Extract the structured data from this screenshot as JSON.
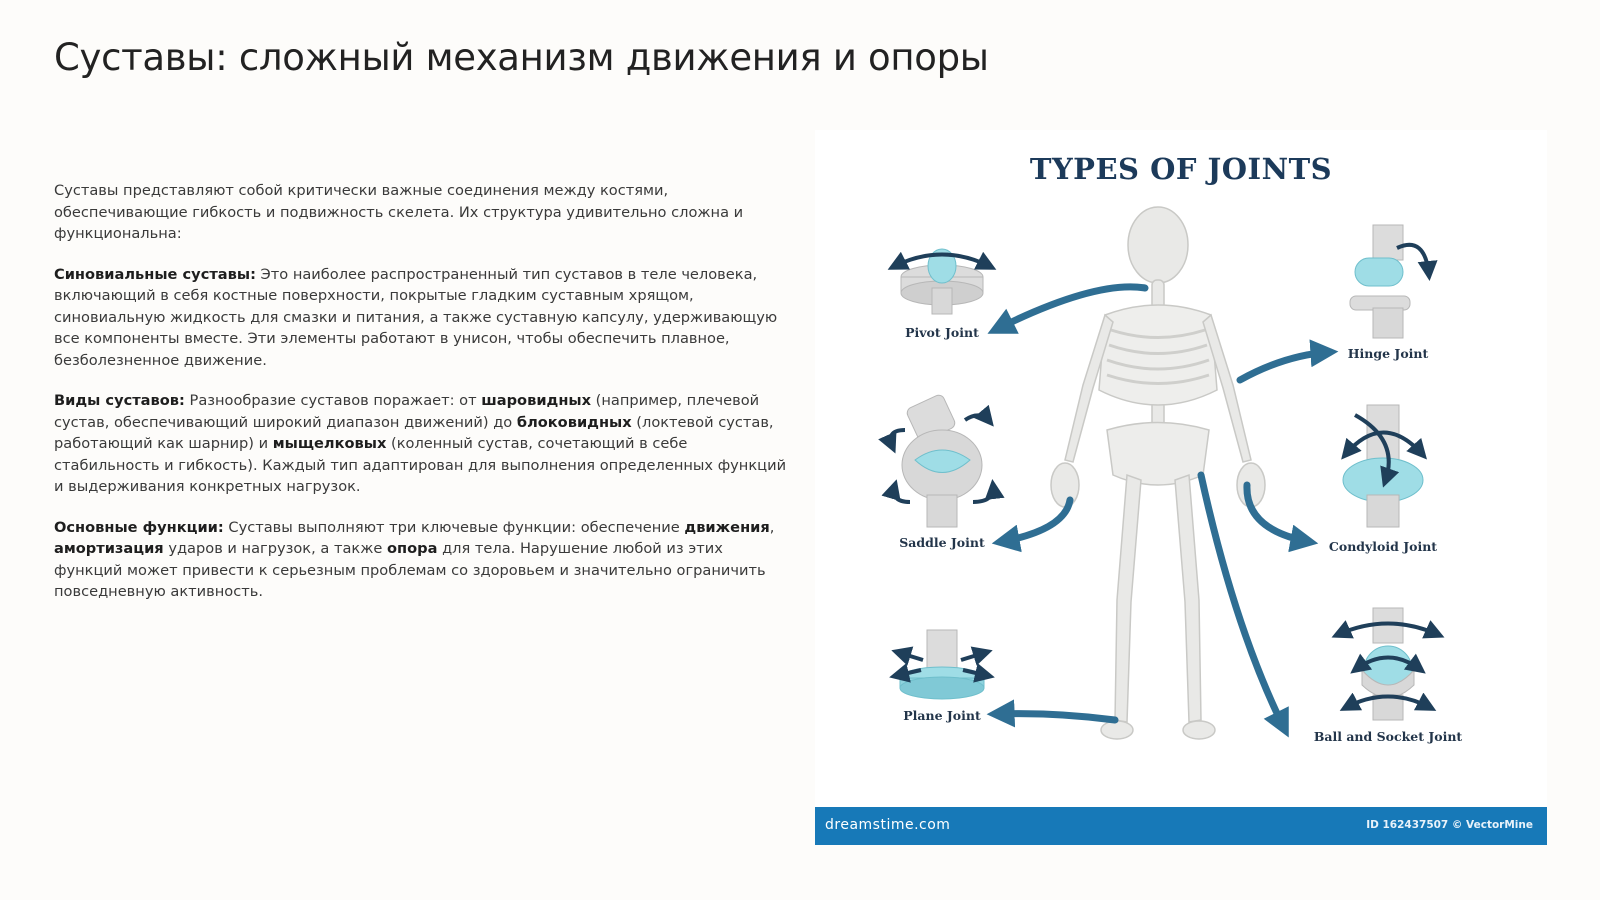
{
  "page": {
    "title": "Суставы: сложный механизм движения и опоры"
  },
  "intro": {
    "text": "Суставы представляют собой критически важные соединения между костями, обеспечивающие гибкость и подвижность скелета. Их структура удивительно сложна и функциональна:"
  },
  "synovial": {
    "heading": "Синовиальные суставы:",
    "text": " Это наиболее распространенный тип суставов в теле человека, включающий в себя костные поверхности, покрытые гладким суставным хрящом, синовиальную жидкость для смазки и питания, а также суставную капсулу, удерживающую все компоненты вместе. Эти элементы работают в унисон, чтобы обеспечить плавное, безболезненное движение."
  },
  "types": {
    "heading": "Виды суставов:",
    "t1": " Разнообразие суставов поражает: от ",
    "b1": "шаровидных",
    "t2": " (например, плечевой сустав, обеспечивающий широкий диапазон движений) до ",
    "b2": "блоковидных",
    "t3": " (локтевой сустав, работающий как шарнир) и ",
    "b3": "мыщелковых",
    "t4": " (коленный сустав, сочетающий в себе стабильность и гибкость). Каждый тип адаптирован для выполнения определенных функций и выдерживания конкретных нагрузок."
  },
  "functions": {
    "heading": "Основные функции:",
    "t1": " Суставы выполняют три ключевые функции: обеспечение ",
    "b1": "движения",
    "t2": ", ",
    "b2": "амортизация",
    "t3": " ударов и нагрузок, а также ",
    "b3": "опора",
    "t4": " для тела. Нарушение любой из этих функций может привести к серьезным проблемам со здоровьем и значительно ограничить повседневную активность."
  },
  "figure": {
    "title": "TYPES OF JOINTS",
    "labels": {
      "pivot": "Pivot Joint",
      "hinge": "Hinge Joint",
      "saddle": "Saddle Joint",
      "condyloid": "Condyloid Joint",
      "plane": "Plane Joint",
      "ball": "Ball and Socket Joint"
    },
    "watermark_logo": "dreamstime.com",
    "watermark_id": "ID 162437507 © VectorMine",
    "colors": {
      "arrow": "#2f6e93",
      "cartilage": "#9fdde6",
      "bone": "#e9e9e9",
      "bar": "#1779b8"
    }
  }
}
